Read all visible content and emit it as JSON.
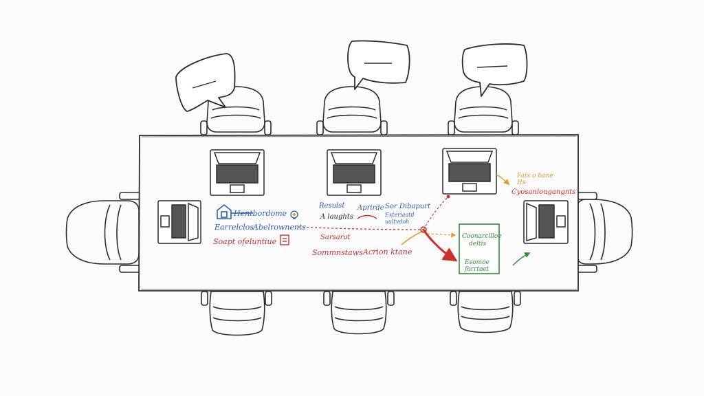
{
  "palette": {
    "ink": "#2b2b2b",
    "blue": "#2a5fb8",
    "red": "#c8322c",
    "orange": "#e39b2b",
    "green": "#2f8f3a",
    "paper": "#fbfbfb"
  },
  "labels": {
    "blue_1": "Hentbordome",
    "blue_2": "Earrelclos",
    "blue_3": "Abelrownents",
    "blue_4": "Resulst",
    "blue_5": "Aprirde",
    "blue_6": "Sor Dibapurt",
    "blue_7": "Exteriaatd",
    "blue_8": "ualtvdoh",
    "ink_1": "A laughts",
    "red_1": "Soapt  ofeluntiue",
    "red_2": "Sarsarot",
    "red_3": "Sommnstaws",
    "red_4": "Acrion  ktane",
    "orange_1": "Fats  o bane",
    "orange_2": "Hs",
    "red_5": "Cyosanlongangnts",
    "green_1": "Coonarcilloe",
    "green_2": "deltis",
    "green_3": "Esomoe",
    "green_4": "forrtoet"
  }
}
